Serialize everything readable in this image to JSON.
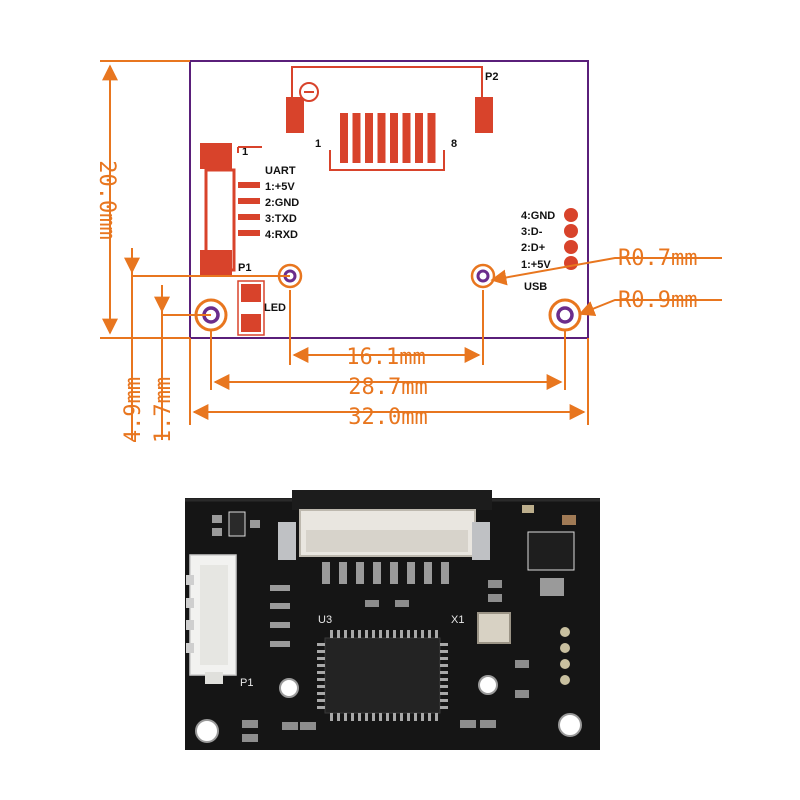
{
  "drawing": {
    "connector_p2_label": "P2",
    "connector_pin_first": "1",
    "connector_pin_last": "8",
    "uart_pin1_mark": "1",
    "uart_title": "UART",
    "uart_pins": [
      "1:+5V",
      "2:GND",
      "3:TXD",
      "4:RXD"
    ],
    "uart_ref": "P1",
    "led_label": "LED",
    "usb_pins": [
      "4:GND",
      "3:D-",
      "2:D+",
      "1:+5V"
    ],
    "usb_label": "USB",
    "radius_small": "R0.7mm",
    "radius_large": "R0.9mm",
    "height_dim": "20.0mm",
    "hole_offset_dim_1": "4.9mm",
    "hole_offset_dim_2": "1.7mm",
    "span_inner": "16.1mm",
    "span_holes": "28.7mm",
    "width_total": "32.0mm",
    "colors": {
      "dimension": "#e8761f",
      "outline": "#5a1f7a",
      "pad": "#d8432b",
      "hole_ring": "#e8761f",
      "hole_center": "#6b2d8c"
    }
  },
  "photo": {
    "label_u3": "U3",
    "label_x1": "X1",
    "label_p1": "P1",
    "board_color": "#151515"
  }
}
